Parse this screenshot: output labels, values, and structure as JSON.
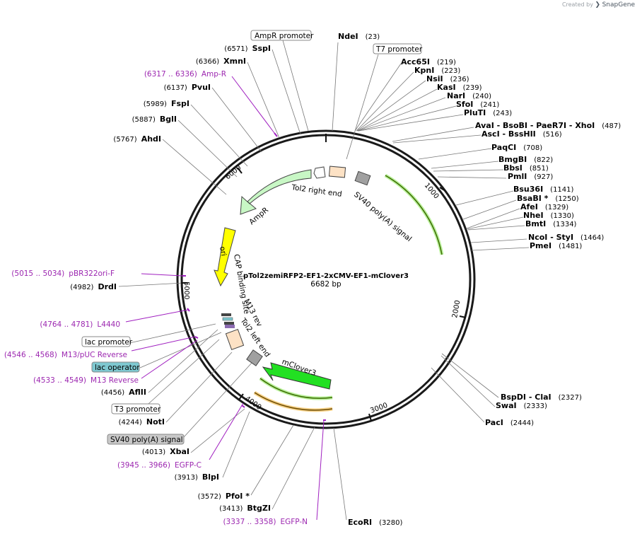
{
  "credit": {
    "prefix": "Created by",
    "brand": "SnapGene"
  },
  "plasmid": {
    "name": "pTol2zemiRFP2-EF1-2xCMV-EF1-mClover3",
    "length": "6682 bp"
  },
  "ticks": [
    "1000",
    "2000",
    "3000",
    "4000",
    "5000",
    "6000"
  ],
  "sites": [
    {
      "name": "NdeI",
      "pos": "(23)"
    },
    {
      "name": "Acc65I",
      "pos": "(219)"
    },
    {
      "name": "KpnI",
      "pos": "(223)"
    },
    {
      "name": "NsiI",
      "pos": "(236)"
    },
    {
      "name": "KasI",
      "pos": "(239)"
    },
    {
      "name": "NarI",
      "pos": "(240)"
    },
    {
      "name": "SfoI",
      "pos": "(241)"
    },
    {
      "name": "PluTI",
      "pos": "(243)"
    },
    {
      "name": "AvaI  - BsoBI  - PaeR7I  - XhoI",
      "pos": "(487)"
    },
    {
      "name": "AscI  - BssHII",
      "pos": "(516)"
    },
    {
      "name": "PaqCI",
      "pos": "(708)"
    },
    {
      "name": "BmgBI",
      "pos": "(822)"
    },
    {
      "name": "BbsI",
      "pos": "(851)"
    },
    {
      "name": "PmlI",
      "pos": "(927)"
    },
    {
      "name": "Bsu36I",
      "pos": "(1141)"
    },
    {
      "name": "BsaBI *",
      "pos": "(1250)"
    },
    {
      "name": "AfeI",
      "pos": "(1329)"
    },
    {
      "name": "NheI",
      "pos": "(1330)"
    },
    {
      "name": "BmtI",
      "pos": "(1334)"
    },
    {
      "name": "NcoI  - StyI",
      "pos": "(1464)"
    },
    {
      "name": "PmeI",
      "pos": "(1481)"
    },
    {
      "name": "BspDI  - ClaI",
      "pos": "(2327)"
    },
    {
      "name": "SwaI",
      "pos": "(2333)"
    },
    {
      "name": "PacI",
      "pos": "(2444)"
    },
    {
      "name": "EcoRI",
      "pos": "(3280)"
    },
    {
      "name": "BtgZI",
      "pos": "(3413)"
    },
    {
      "name": "PfoI *",
      "pos": "(3572)"
    },
    {
      "name": "BlpI",
      "pos": "(3913)"
    },
    {
      "name": "XbaI",
      "pos": "(4013)"
    },
    {
      "name": "NotI",
      "pos": "(4244)"
    },
    {
      "name": "AflII",
      "pos": "(4456)"
    },
    {
      "name": "DrdI",
      "pos": "(4982)"
    },
    {
      "name": "AhdI",
      "pos": "(5767)"
    },
    {
      "name": "BglI",
      "pos": "(5887)"
    },
    {
      "name": "FspI",
      "pos": "(5989)"
    },
    {
      "name": "PvuI",
      "pos": "(6137)"
    },
    {
      "name": "XmnI",
      "pos": "(6366)"
    },
    {
      "name": "SspI",
      "pos": "(6571)"
    }
  ],
  "primers": [
    {
      "range": "(6317 .. 6336)",
      "name": "Amp-R"
    },
    {
      "range": "(5015 .. 5034)",
      "name": "pBR322ori-F"
    },
    {
      "range": "(4764 .. 4781)",
      "name": "L4440"
    },
    {
      "range": "(4546 .. 4568)",
      "name": "M13/pUC Reverse"
    },
    {
      "range": "(4533 .. 4549)",
      "name": "M13 Reverse"
    },
    {
      "range": "(3945 .. 3966)",
      "name": "EGFP-C"
    },
    {
      "range": "(3337 .. 3358)",
      "name": "EGFP-N"
    }
  ],
  "boxed_features": [
    "AmpR promoter",
    "T7 promoter",
    "lac promoter",
    "lac operator",
    "T3 promoter",
    "SV40 poly(A) signal"
  ],
  "map_features": [
    "Tol2 right end",
    "SV40 poly(A) signal",
    "AmpR",
    "ori",
    "CAP binding site",
    "M13 rev",
    "Tol2 left end",
    "mClover3"
  ]
}
